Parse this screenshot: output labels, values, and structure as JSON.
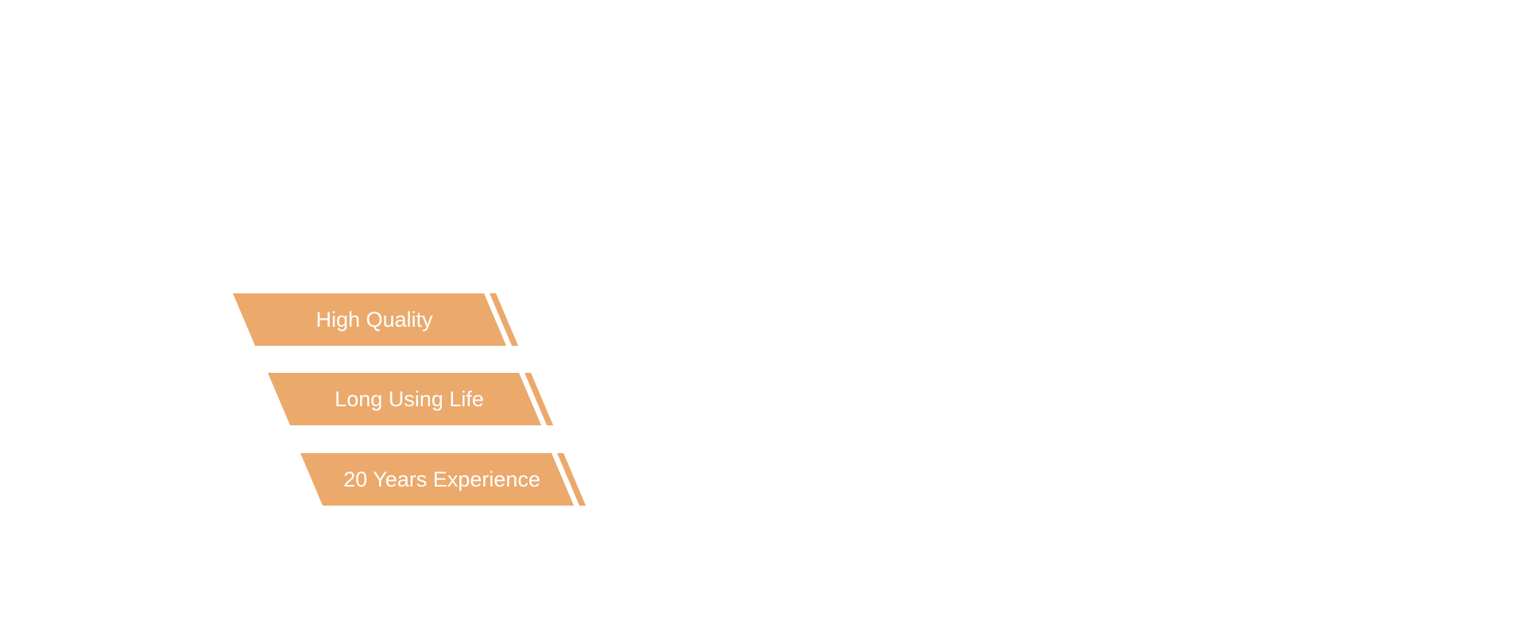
{
  "theme": {
    "accent": "#eba96c",
    "background": "#ffffff",
    "text": "#ffffff"
  },
  "ribbons": [
    {
      "label": "High Quality"
    },
    {
      "label": "Long Using Life"
    },
    {
      "label": "20 Years Experience"
    }
  ]
}
